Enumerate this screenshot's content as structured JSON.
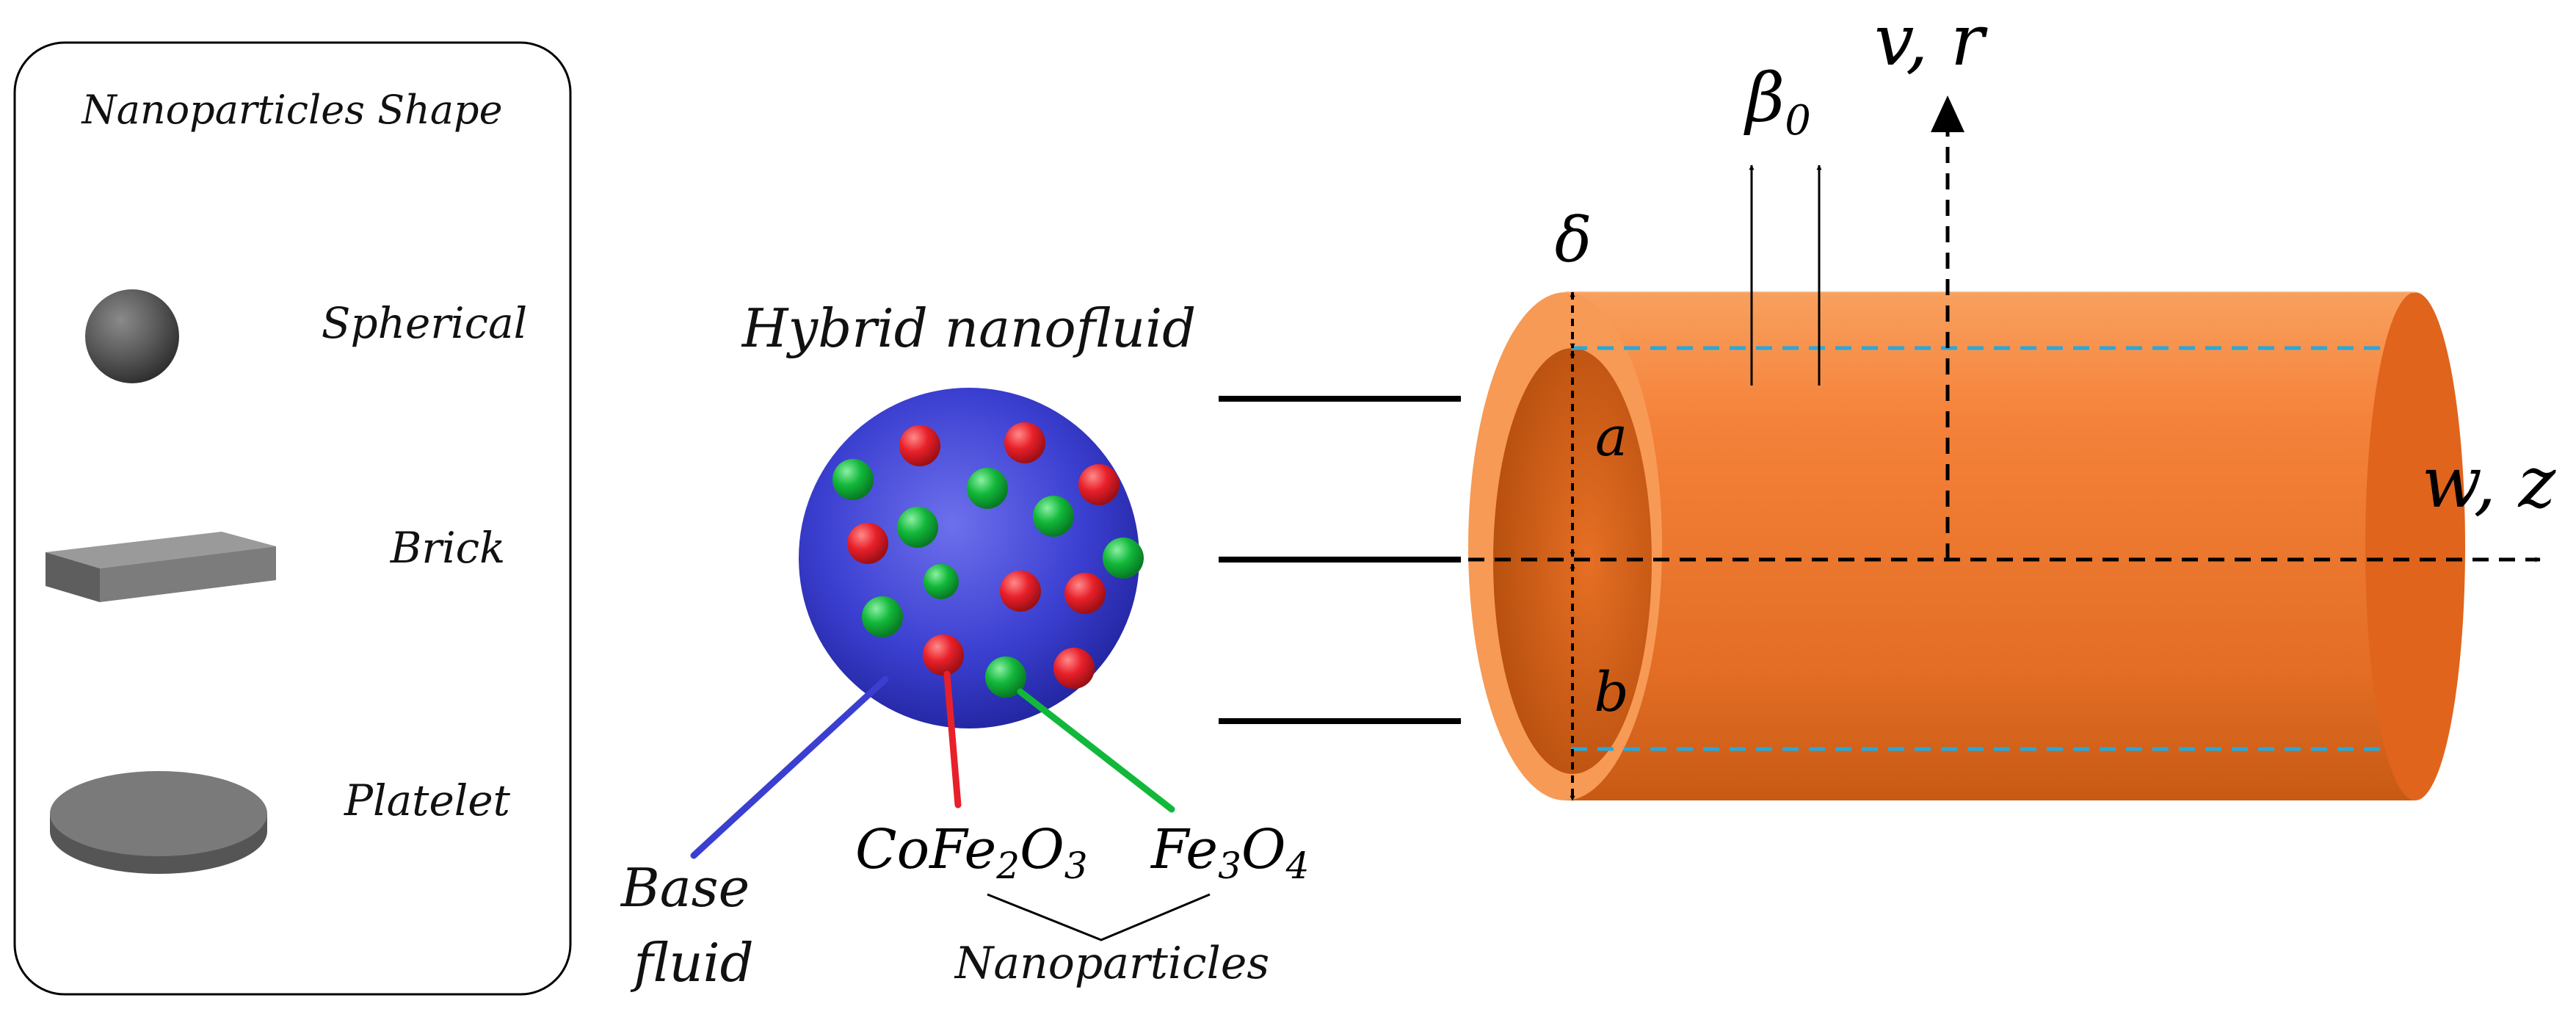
{
  "legend": {
    "title": "Nanoparticles Shape",
    "shapes": [
      {
        "name": "Spherical",
        "icon": "sphere-icon"
      },
      {
        "name": "Brick",
        "icon": "brick-icon"
      },
      {
        "name": "Platelet",
        "icon": "platelet-icon"
      }
    ]
  },
  "fluid": {
    "title": "Hybrid nanofluid",
    "base_label_line1": "Base",
    "base_label_line2": "fluid",
    "particle1": {
      "base": "CoFe",
      "sub1": "2",
      "mid": "O",
      "sub2": "3"
    },
    "particle2": {
      "base": "Fe",
      "sub1": "3",
      "mid": "O",
      "sub2": "4"
    },
    "nanoparticles_label": "Nanoparticles",
    "colors": {
      "base": "#3b3fd0",
      "particle1": "#e8202a",
      "particle2": "#12b83a"
    }
  },
  "cylinder": {
    "color": "#f5823a",
    "labels": {
      "delta": "δ",
      "a": "a",
      "b": "b",
      "beta": "β",
      "beta_sub": "0",
      "vr": "v, r",
      "wz": "w, z"
    }
  }
}
